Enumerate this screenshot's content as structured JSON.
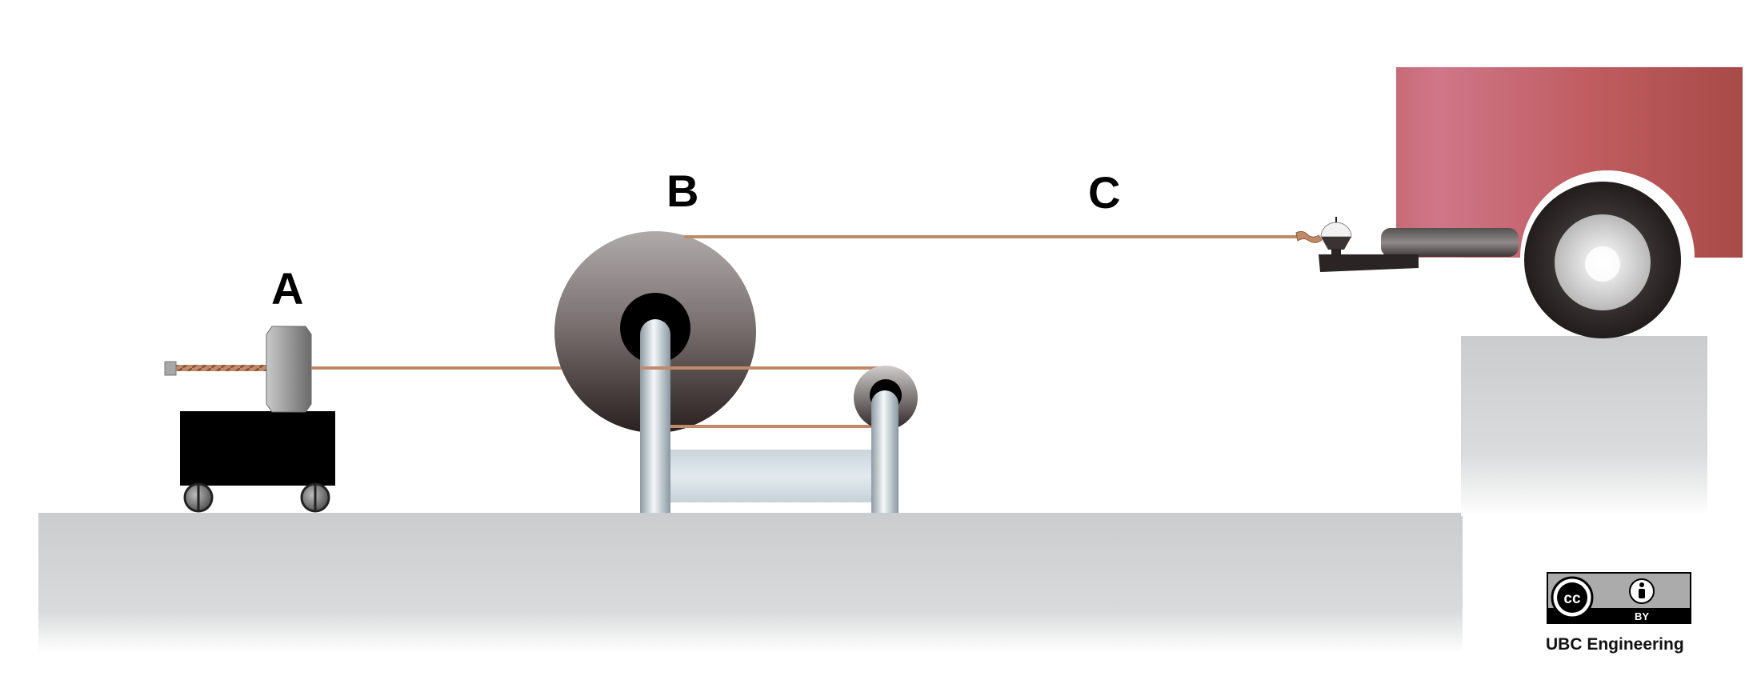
{
  "labels": {
    "a": "A",
    "b": "B",
    "c": "C"
  },
  "license": {
    "cc": "cc",
    "by": "BY",
    "credit": "UBC Engineering"
  },
  "colors": {
    "ground": "#cdcdce",
    "rope": "#c08a6a",
    "truck_body": "#c06a72",
    "cart": "#000000",
    "drum": "#4a4040"
  },
  "icons": [
    "person-icon",
    "cc-icon"
  ]
}
